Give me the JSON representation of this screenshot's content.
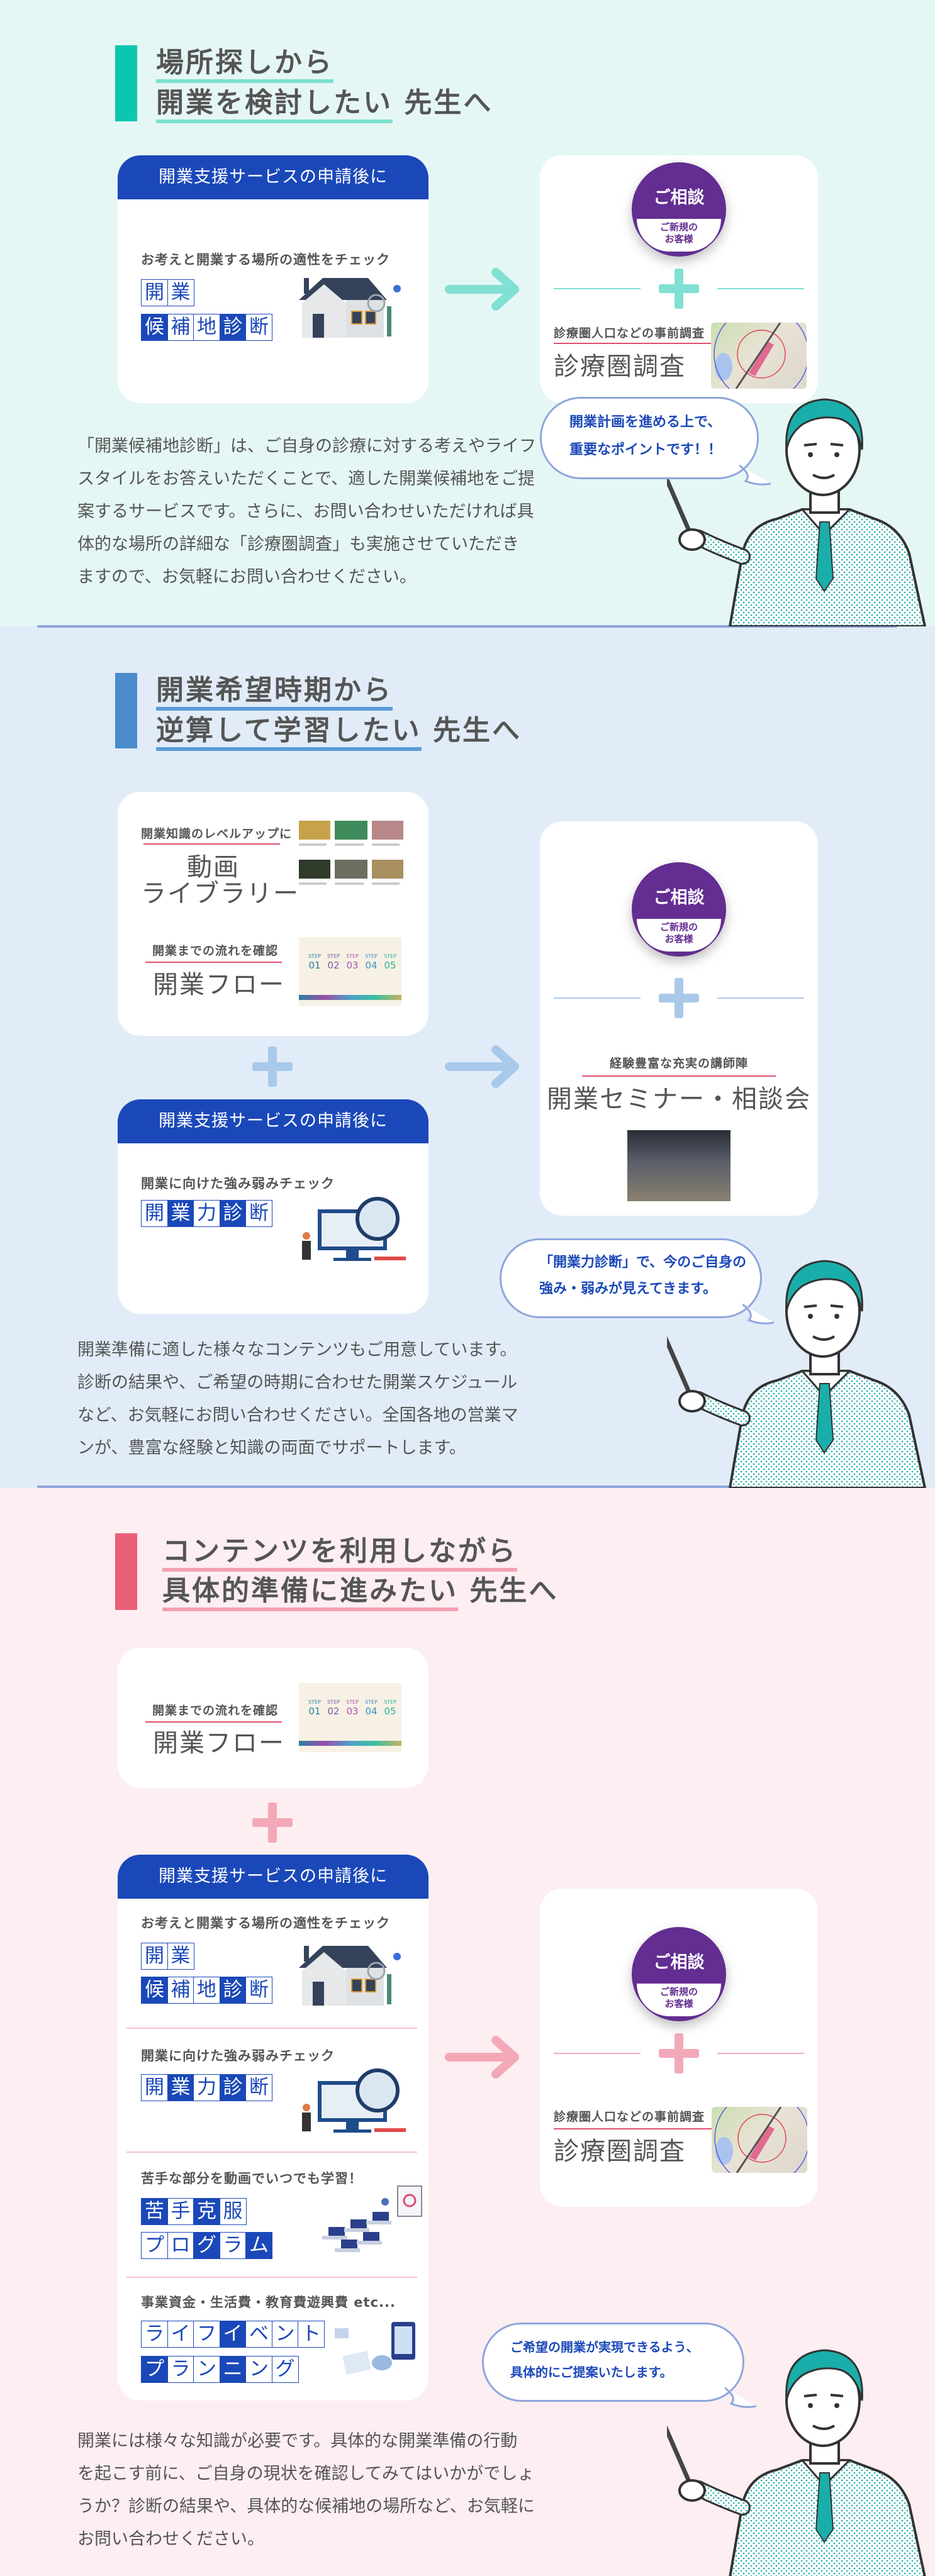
{
  "colors": {
    "teal": "#0cc7ad",
    "blue_section": "#4a8ccc",
    "pink": "#ea6078",
    "header_blue": "#1b48b9",
    "consult_purple": "#632d91"
  },
  "consult_badge": {
    "title": "ご相談",
    "sub_line1": "ご新規の",
    "sub_line2": "お客様"
  },
  "service_header": "開業支援サービスの申請後に",
  "section1": {
    "heading_line1": "場所探しから",
    "heading_line2_accent": "開業を検討したい",
    "heading_line2_rest": " 先生へ",
    "card": {
      "label": "お考えと開業する場所の適性をチェック",
      "rows": [
        {
          "chars": [
            "開",
            "業"
          ],
          "filled": [
            0,
            0
          ]
        },
        {
          "chars": [
            "候",
            "補",
            "地",
            "診",
            "断"
          ],
          "filled": [
            1,
            0,
            0,
            1,
            0
          ]
        }
      ]
    },
    "right": {
      "label": "診療圏人口などの事前調査",
      "title": "診療圏調査"
    },
    "bubble": [
      "開業計画を進める上で、",
      "重要なポイントです！！"
    ],
    "paragraph": [
      "「開業候補地診断」は、ご自身の診療に対する考えやライフ",
      "スタイルをお答えいただくことで、適した開業候補地をご提",
      "案するサービスです。さらに、お問い合わせいただければ具",
      "体的な場所の詳細な「診療圏調査」も実施させていただき",
      "ますので、お気軽にお問い合わせください。"
    ]
  },
  "section2": {
    "heading_line1": "開業希望時期から",
    "heading_line2_accent": "逆算して学習したい",
    "heading_line2_rest": " 先生へ",
    "video": {
      "label": "開業知識のレベルアップに",
      "title1": "動画",
      "title2": "ライブラリー"
    },
    "flow": {
      "label": "開業までの流れを確認",
      "title": "開業フロー"
    },
    "card": {
      "label": "開業に向けた強み弱みチェック",
      "rows": [
        {
          "chars": [
            "開",
            "業",
            "力",
            "診",
            "断"
          ],
          "filled": [
            0,
            1,
            0,
            1,
            0
          ]
        }
      ]
    },
    "right": {
      "label": "経験豊富な充実の講師陣",
      "title": "開業セミナー・相談会"
    },
    "bubble": [
      "「開業力診断」で、今のご自身の",
      "強み・弱みが見えてきます。"
    ],
    "paragraph": [
      "開業準備に適した様々なコンテンツもご用意しています。",
      "診断の結果や、ご希望の時期に合わせた開業スケジュール",
      "など、お気軽にお問い合わせください。全国各地の営業マ",
      "ンが、豊富な経験と知識の両面でサポートします。"
    ]
  },
  "flow_steps": [
    {
      "step": "STEP",
      "num": "01",
      "color": "#2a7fa0"
    },
    {
      "step": "STEP",
      "num": "02",
      "color": "#7a5aa8"
    },
    {
      "step": "STEP",
      "num": "03",
      "color": "#a855b8"
    },
    {
      "step": "STEP",
      "num": "04",
      "color": "#3a8fc8"
    },
    {
      "step": "STEP",
      "num": "05",
      "color": "#2bb09a"
    }
  ],
  "section3": {
    "heading_line1": "コンテンツを利用しながら",
    "heading_line2_accent": "具体的準備に進みたい",
    "heading_line2_rest": " 先生へ",
    "flow": {
      "label": "開業までの流れを確認",
      "title": "開業フロー"
    },
    "items": [
      {
        "label": "お考えと開業する場所の適性をチェック",
        "rows": [
          {
            "chars": [
              "開",
              "業"
            ],
            "filled": [
              0,
              0
            ]
          },
          {
            "chars": [
              "候",
              "補",
              "地",
              "診",
              "断"
            ],
            "filled": [
              1,
              0,
              0,
              1,
              0
            ]
          }
        ]
      },
      {
        "label": "開業に向けた強み弱みチェック",
        "rows": [
          {
            "chars": [
              "開",
              "業",
              "力",
              "診",
              "断"
            ],
            "filled": [
              0,
              1,
              0,
              1,
              0
            ]
          }
        ]
      },
      {
        "label": "苦手な部分を動画でいつでも学習！",
        "rows": [
          {
            "chars": [
              "苦",
              "手",
              "克",
              "服"
            ],
            "filled": [
              1,
              0,
              1,
              0
            ]
          },
          {
            "chars": [
              "プ",
              "ロ",
              "グ",
              "ラ",
              "ム"
            ],
            "filled": [
              0,
              0,
              1,
              0,
              1
            ]
          }
        ]
      },
      {
        "label": "事業資金・生活費・教育費遊興費 etc...",
        "rows": [
          {
            "chars": [
              "ラ",
              "イ",
              "フ",
              "イ",
              "ベ",
              "ン",
              "ト"
            ],
            "filled": [
              0,
              0,
              0,
              1,
              0,
              0,
              0
            ]
          },
          {
            "chars": [
              "プ",
              "ラ",
              "ン",
              "ニ",
              "ン",
              "グ"
            ],
            "filled": [
              1,
              0,
              0,
              1,
              0,
              0
            ]
          }
        ]
      }
    ],
    "right": {
      "label": "診療圏人口などの事前調査",
      "title": "診療圏調査"
    },
    "bubble": [
      "ご希望の開業が実現できるよう、",
      "具体的にご提案いたします。"
    ],
    "paragraph": [
      "開業には様々な知識が必要です。具体的な開業準備の行動",
      "を起こす前に、ご自身の現状を確認してみてはいかがでしょ",
      "うか？診断の結果や、具体的な候補地の場所など、お気軽に",
      "お問い合わせください。"
    ]
  }
}
